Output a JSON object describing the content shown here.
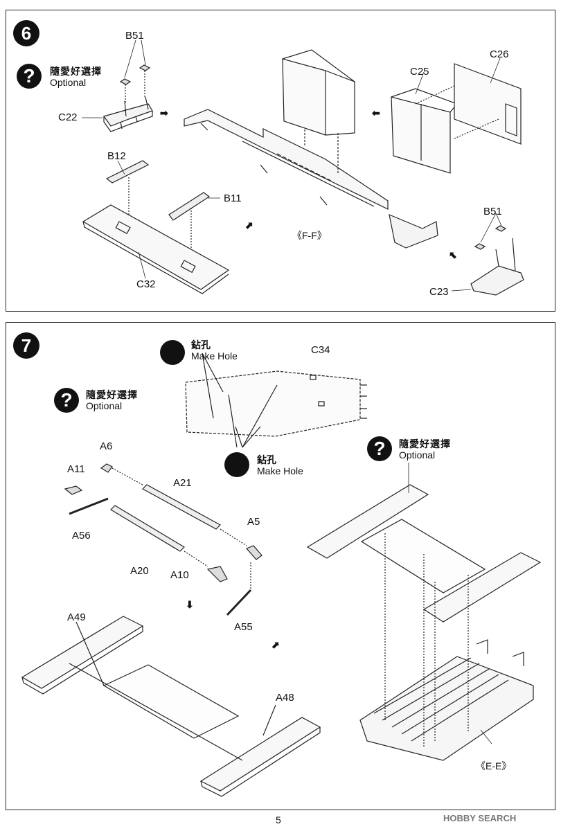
{
  "steps": [
    {
      "number": "6",
      "view_label": "《F-F》"
    },
    {
      "number": "7",
      "view_label": "《E-E》"
    }
  ],
  "optional": {
    "zh": "隨愛好選擇",
    "en": "Optional"
  },
  "make_hole": {
    "zh": "鉆孔",
    "en": "Make Hole"
  },
  "parts": {
    "B51": "B51",
    "C22": "C22",
    "B12": "B12",
    "B11": "B11",
    "C32": "C32",
    "C25": "C25",
    "C26": "C26",
    "C23": "C23",
    "C34": "C34",
    "A6": "A6",
    "A11": "A11",
    "A56": "A56",
    "A21": "A21",
    "A20": "A20",
    "A10": "A10",
    "A5": "A5",
    "A55": "A55",
    "A49": "A49",
    "A48": "A48"
  },
  "page_number": "5",
  "watermark": "HOBBY SEARCH",
  "icons": {
    "optional": "question-mark-icon",
    "make_hole": "drill-icon",
    "direction": "arrow-icon"
  },
  "colors": {
    "line": "#222222",
    "background": "#ffffff"
  }
}
